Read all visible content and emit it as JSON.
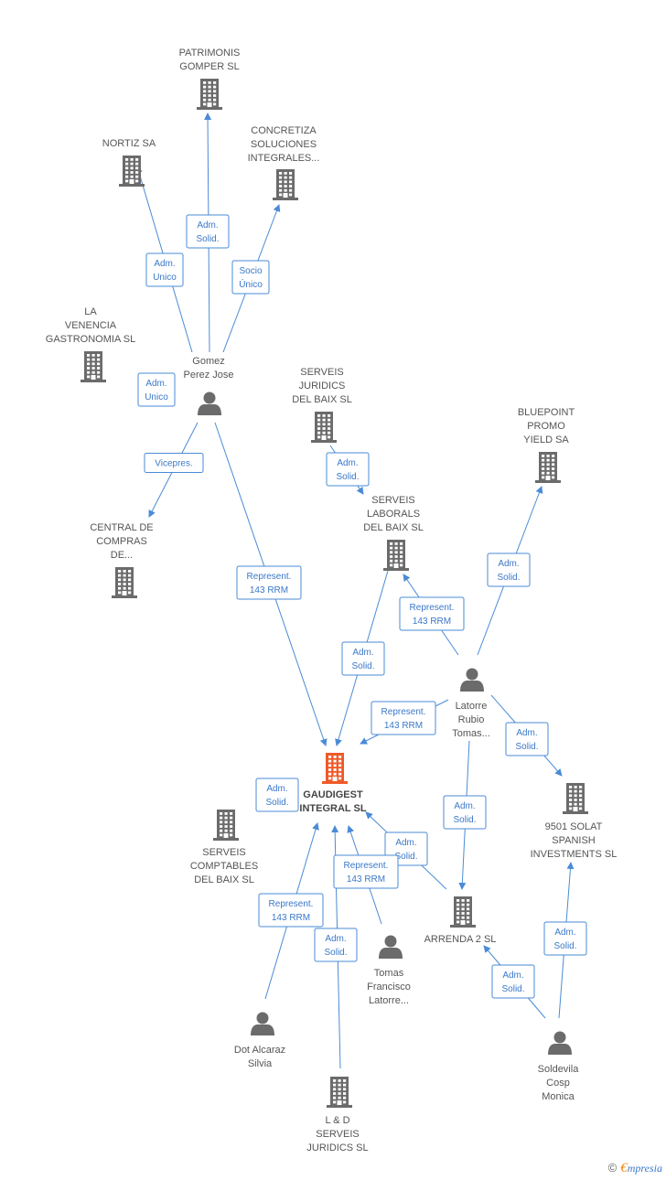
{
  "colors": {
    "edge": "#4a8bd6",
    "node": "#6b6b6b",
    "center": "#f05a28",
    "text": "#555555"
  },
  "nodes": [
    {
      "id": "patrimonis",
      "type": "company",
      "lines": [
        "PATRIMONIS",
        "GOMPER SL"
      ]
    },
    {
      "id": "nortiz",
      "type": "company",
      "lines": [
        "NORTIZ SA"
      ]
    },
    {
      "id": "concretiza",
      "type": "company",
      "lines": [
        "CONCRETIZA",
        "SOLUCIONES",
        "INTEGRALES..."
      ]
    },
    {
      "id": "lavenencia",
      "type": "company",
      "lines": [
        "LA",
        "VENENCIA",
        "GASTRONOMIA SL"
      ]
    },
    {
      "id": "gomez",
      "type": "person",
      "lines": [
        "Gomez",
        "Perez Jose"
      ]
    },
    {
      "id": "serveisjur",
      "type": "company",
      "lines": [
        "SERVEIS",
        "JURIDICS",
        "DEL BAIX  SL"
      ]
    },
    {
      "id": "bluepoint",
      "type": "company",
      "lines": [
        "BLUEPOINT",
        "PROMO",
        "YIELD SA"
      ]
    },
    {
      "id": "serveislab",
      "type": "company",
      "lines": [
        "SERVEIS",
        "LABORALS",
        "DEL BAIX SL"
      ]
    },
    {
      "id": "central",
      "type": "company",
      "lines": [
        "CENTRAL DE",
        "COMPRAS",
        "DE..."
      ]
    },
    {
      "id": "latorre",
      "type": "person",
      "lines": [
        "Latorre",
        "Rubio",
        "Tomas..."
      ]
    },
    {
      "id": "gaudigest",
      "type": "center",
      "lines": [
        "GAUDIGEST",
        "INTEGRAL SL"
      ]
    },
    {
      "id": "serveiscomp",
      "type": "company",
      "lines": [
        "SERVEIS",
        "COMPTABLES",
        "DEL BAIX  SL"
      ]
    },
    {
      "id": "solat",
      "type": "company",
      "lines": [
        "9501 SOLAT",
        "SPANISH",
        "INVESTMENTS SL"
      ]
    },
    {
      "id": "arrenda",
      "type": "company",
      "lines": [
        "ARRENDA 2 SL"
      ]
    },
    {
      "id": "tomasf",
      "type": "person",
      "lines": [
        "Tomas",
        "Francisco",
        "Latorre..."
      ]
    },
    {
      "id": "dot",
      "type": "person",
      "lines": [
        "Dot Alcaraz",
        "Silvia"
      ]
    },
    {
      "id": "soldevila",
      "type": "person",
      "lines": [
        "Soldevila",
        "Cosp",
        "Monica"
      ]
    },
    {
      "id": "ld",
      "type": "company",
      "lines": [
        "L & D",
        "SERVEIS",
        "JURIDICS  SL"
      ]
    }
  ],
  "edges": [
    {
      "from": "gomez",
      "to": "patrimonis",
      "label": [
        "Adm.",
        "Solid."
      ]
    },
    {
      "from": "gomez",
      "to": "nortiz",
      "label": [
        "Adm.",
        "Unico"
      ]
    },
    {
      "from": "gomez",
      "to": "concretiza",
      "label": [
        "Socio",
        "Único"
      ]
    },
    {
      "from": "gomez",
      "to": "lavenencia",
      "label": [
        "Adm.",
        "Unico"
      ]
    },
    {
      "from": "gomez",
      "to": "central",
      "label": [
        "Vicepres."
      ]
    },
    {
      "from": "gomez",
      "to": "gaudigest",
      "label": [
        "Represent.",
        "143 RRM"
      ]
    },
    {
      "from": "serveisjur",
      "to": "serveislab",
      "label": [
        "Adm.",
        "Solid."
      ]
    },
    {
      "from": "latorre",
      "to": "bluepoint",
      "label": [
        "Adm.",
        "Solid."
      ]
    },
    {
      "from": "latorre",
      "to": "serveislab",
      "label": [
        "Represent.",
        "143 RRM"
      ]
    },
    {
      "from": "serveislab",
      "to": "gaudigest",
      "label": [
        "Adm.",
        "Solid."
      ]
    },
    {
      "from": "latorre",
      "to": "gaudigest",
      "label": [
        "Represent.",
        "143 RRM"
      ]
    },
    {
      "from": "latorre",
      "to": "solat",
      "label": [
        "Adm.",
        "Solid."
      ]
    },
    {
      "from": "latorre",
      "to": "arrenda",
      "label": [
        "Adm.",
        "Solid."
      ]
    },
    {
      "from": "serveiscomp",
      "to": "gaudigest",
      "label": [
        "Adm.",
        "Solid."
      ]
    },
    {
      "from": "arrenda",
      "to": "gaudigest",
      "label": [
        "Adm.",
        "Solid."
      ]
    },
    {
      "from": "tomasf",
      "to": "gaudigest",
      "label": [
        "Represent.",
        "143 RRM"
      ]
    },
    {
      "from": "dot",
      "to": "gaudigest",
      "label": [
        "Represent.",
        "143 RRM"
      ]
    },
    {
      "from": "ld",
      "to": "gaudigest",
      "label": [
        "Adm.",
        "Solid."
      ]
    },
    {
      "from": "soldevila",
      "to": "arrenda",
      "label": [
        "Adm.",
        "Solid."
      ]
    },
    {
      "from": "soldevila",
      "to": "solat",
      "label": [
        "Adm.",
        "Solid."
      ]
    }
  ],
  "brand": {
    "copyright": "©",
    "initial": "€",
    "name": "mpresia"
  }
}
